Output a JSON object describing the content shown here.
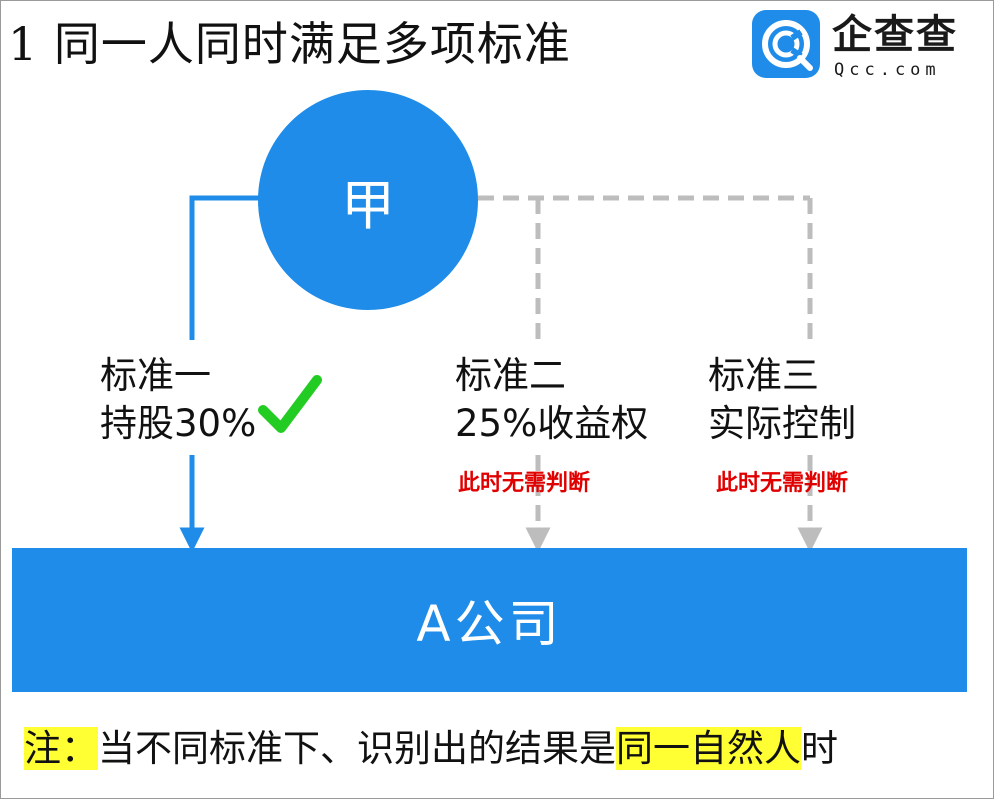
{
  "title": "1  同一人同时满足多项标准",
  "logo": {
    "cn": "企查查",
    "en": "Qcc.com"
  },
  "person": "甲",
  "criteria": [
    {
      "line1": "标准一",
      "line2": "持股30%",
      "satisfied": true
    },
    {
      "line1": "标准二",
      "line2": "25%收益权",
      "satisfied": false,
      "note": "此时无需判断"
    },
    {
      "line1": "标准三",
      "line2": "实际控制",
      "satisfied": false,
      "note": "此时无需判断"
    }
  ],
  "company": "A公司",
  "footnote": {
    "prefix": "注：",
    "middle": "当不同标准下、识别出的结果是",
    "highlight": "同一自然人",
    "suffix": "时"
  },
  "colors": {
    "primary": "#1e8ce8",
    "dashed": "#bdbdbd",
    "check": "#22cc22",
    "note": "#e00000",
    "highlight": "#ffff33"
  }
}
